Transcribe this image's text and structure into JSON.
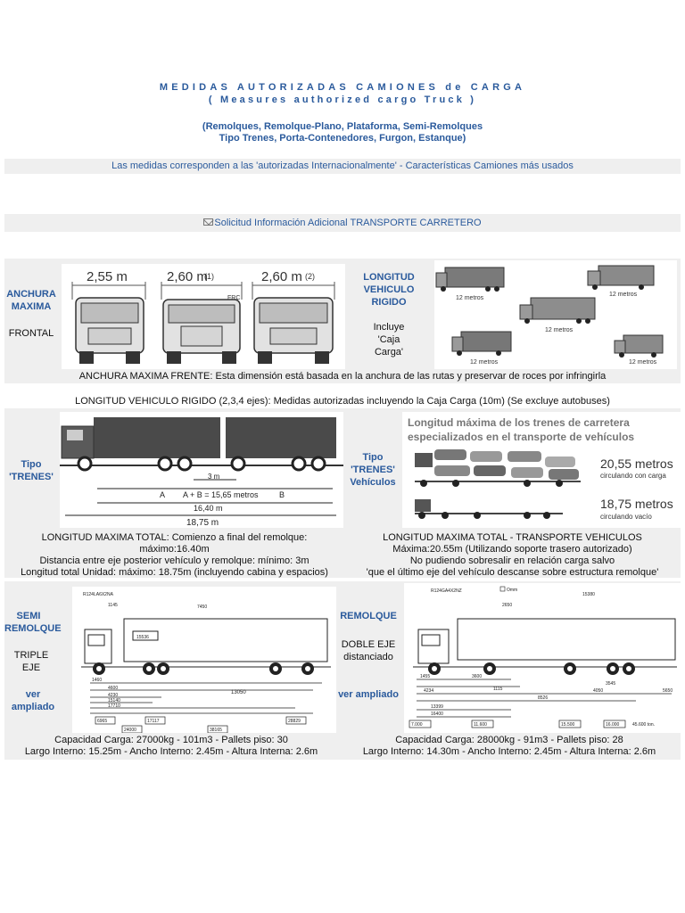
{
  "header": {
    "title_es": "MEDIDAS AUTORIZADAS CAMIONES de CARGA",
    "title_en": "( Measures authorized cargo Truck )",
    "types_line1": "(Remolques, Remolque-Plano, Plataforma, Semi-Remolques",
    "types_line2": "Tipo Trenes, Porta-Contenedores, Furgon, Estanque)"
  },
  "notice": "Las medidas corresponden a las 'autorizadas Internacionalmente' - Características Camiones más usados",
  "request_link": "Solicitud Información Adicional TRANSPORTE CARRETERO",
  "width_section": {
    "label_line1": "ANCHURA",
    "label_line2": "MAXIMA",
    "frontal": "FRONTAL",
    "dim1": "2,55 m",
    "dim2": "2,60 m",
    "dim2_note": "(1)",
    "dim3": "2,60 m",
    "dim3_note": "(2)",
    "frc": "FRC",
    "caption": "ANCHURA MAXIMA FRENTE: Esta dimensión está basada en la anchura de las rutas y preservar de roces por infringirla"
  },
  "rigid_section": {
    "label_line1": "LONGITUD",
    "label_line2": "VEHICULO",
    "label_line3": "RIGIDO",
    "incluye_line1": "Incluye",
    "incluye_line2": "'Caja",
    "incluye_line3": "Carga'",
    "truck_label": "12 metros",
    "caption": "LONGITUD VEHICULO RIGIDO (2,3,4 ejes): Medidas autorizadas incluyendo la Caja Carga (10m) (Se excluye autobuses)"
  },
  "trains_section": {
    "label_line1": "Tipo",
    "label_line2": "'TRENES'",
    "dim_3m": "3 m",
    "dim_a": "A",
    "dim_ab": "A + B = 15,65 metros",
    "dim_b": "B",
    "dim_1640": "16,40 m",
    "dim_1875": "18,75 m",
    "caption_line1": "LONGITUD MAXIMA TOTAL: Comienzo a final del remolque:",
    "caption_line2": "máximo:16.40m",
    "caption_line3": "Distancia entre eje posterior vehículo y remolque: mínimo: 3m",
    "caption_line4": "Longitud total Unidad: máximo: 18.75m (incluyendo cabina y espacios)"
  },
  "vehicle_carriers": {
    "label_line1": "Tipo",
    "label_line2": "'TRENES'",
    "label_line3": "Vehículos",
    "headline_line1": "Longitud máxima de los trenes de carretera",
    "headline_line2": "especializados en el transporte de vehículos",
    "loaded_length": "20,55 metros",
    "loaded_note": "circulando con carga",
    "empty_length": "18,75 metros",
    "empty_note": "circulando vacío",
    "caption_line1": "LONGITUD MAXIMA TOTAL - TRANSPORTE VEHICULOS",
    "caption_line2": "Máxima:20.55m (Utilizando soporte trasero autorizado)",
    "caption_line3": "No pudiendo sobresalir en relación carga salvo",
    "caption_line4": "'que el último eje del vehículo descanse sobre estructura remolque'"
  },
  "semi_section": {
    "label_line1": "SEMI",
    "label_line2": "REMOLQUE",
    "axles": "TRIPLE EJE",
    "link": "ver ampliado",
    "model": "R124LA6X2NA",
    "dims": [
      "1145",
      "7450",
      "13050",
      "1460",
      "4600",
      "4230",
      "15140",
      "17710",
      "6965",
      "24000",
      "17117",
      "38165",
      "28829",
      "15536"
    ],
    "caption_line1": "Capacidad Carga: 27000kg - 101m3 - Pallets piso: 30",
    "caption_line2": "Largo Interno: 15.25m - Ancho Interno: 2.45m - Altura Interna: 2.6m"
  },
  "trailer_section": {
    "label": "REMOLQUE",
    "axles_line1": "DOBLE EJE",
    "axles_line2": "distanciado",
    "link": "ver ampliado",
    "model": "R124GA4X2NZ",
    "model_note": "Omm",
    "dims": [
      "15380",
      "2650",
      "3600",
      "1455",
      "4234",
      "1115",
      "4050",
      "3545",
      "5650",
      "8526",
      "13399",
      "16400",
      "7.000",
      "11.600",
      "15.500",
      "16.000",
      "45.600 ton."
    ],
    "caption_line1": "Capacidad Carga: 28000kg - 91m3 - Pallets piso: 28",
    "caption_line2": "Largo Interno: 14.30m - Ancho Interno: 2.45m - Altura Interna: 2.6m"
  }
}
